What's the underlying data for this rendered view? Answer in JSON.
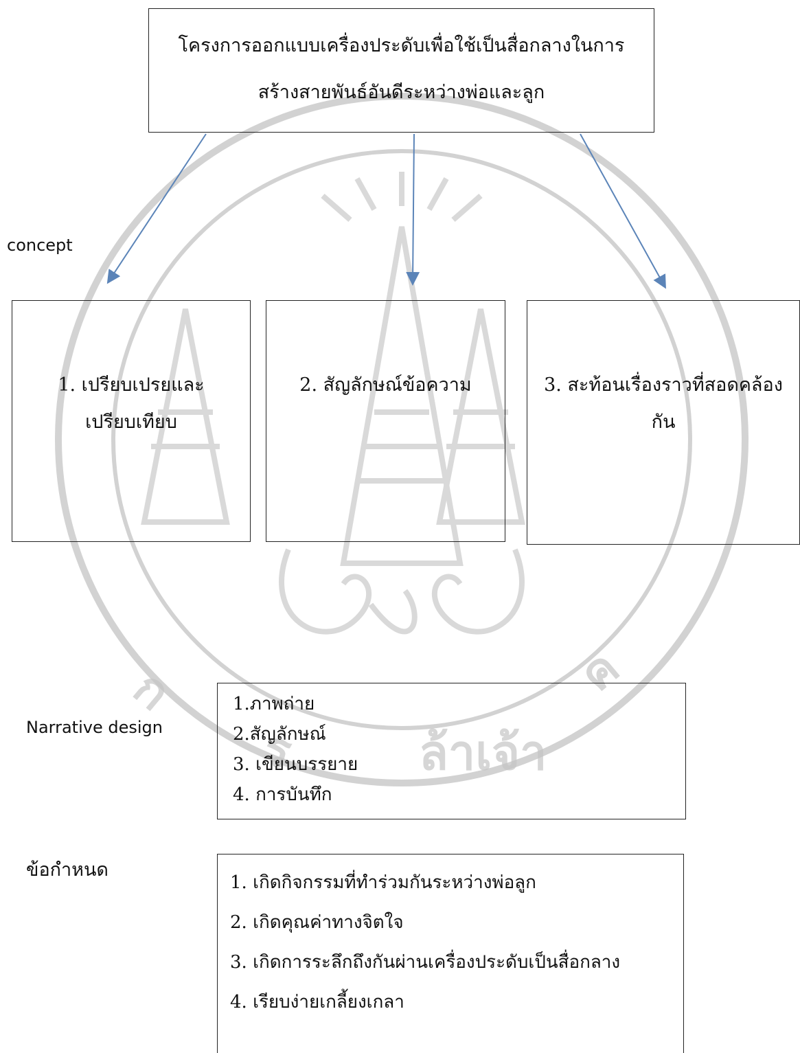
{
  "title_box": {
    "line1": "โครงการออกแบบเครื่องประดับเพื่อใช้เป็นสื่อกลางในการ",
    "line2": "สร้างสายพันธ์อันดีระหว่างพ่อและลูก"
  },
  "concept": {
    "label": "concept",
    "boxes": [
      {
        "line1": "1. เปรียบเปรยและ",
        "line2": "เปรียบเทียบ"
      },
      {
        "line1": "2. สัญลักษณ์ข้อความ",
        "line2": ""
      },
      {
        "line1": "3. สะท้อนเรื่องราวที่สอดคล้อง",
        "line2": "กัน"
      }
    ]
  },
  "narrative": {
    "label": "Narrative design",
    "items": [
      "1.ภาพถ่าย",
      "2.สัญลักษณ์",
      "3. เขียนบรรยาย",
      "4. การบันทึก"
    ]
  },
  "requirements": {
    "label": "ข้อกำหนด",
    "items": [
      "1. เกิดกิจกรรมที่ทำร่วมกันระหว่างพ่อลูก",
      "2. เกิดคุณค่าทางจิตใจ",
      "3. เกิดการระลึกถึงกันผ่านเครื่องประดับเป็นสื่อกลาง",
      "4. เรียบง่ายเกลี้ยงเกลา"
    ]
  },
  "colors": {
    "arrow": "#5b84b8",
    "watermark": "#bdbdbd"
  }
}
